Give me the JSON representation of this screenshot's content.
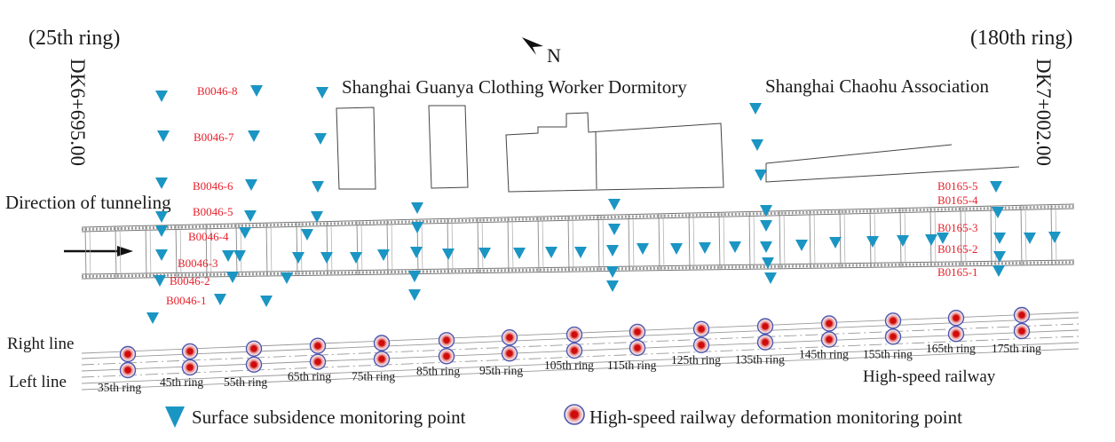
{
  "title_left": "(25th ring)",
  "title_right": "(180th ring)",
  "station_left": "DK6+695.00",
  "station_right": "DK7+002.00",
  "north_label": "N",
  "building_labels": [
    "Shanghai Guanya Clothing Worker Dormitory",
    "Shanghai Chaohu Association"
  ],
  "direction_label": "Direction of tunneling",
  "line_labels": {
    "right": "Right line",
    "left": "Left line"
  },
  "railway_label": "High-speed railway",
  "colors": {
    "surface_point": "#1b95c3",
    "point_label": "#e8202a",
    "rail_ring": "#4b56b0",
    "rail_dot": "#d10a0a",
    "line": "#333333"
  },
  "section_b0046": [
    "B0046-8",
    "B0046-7",
    "B0046-6",
    "B0046-5",
    "B0046-4",
    "B0046-3",
    "B0046-2",
    "B0046-1"
  ],
  "section_b0165": [
    "B0165-5",
    "B0165-4",
    "B0165-3",
    "B0165-2",
    "B0165-1"
  ],
  "ring_labels": [
    "35th ring",
    "45th ring",
    "55th ring",
    "65th ring",
    "75th ring",
    "85th ring",
    "95th ring",
    "105th ring",
    "115th ring",
    "125th ring",
    "135th ring",
    "145th ring",
    "155th ring",
    "165th ring",
    "175th ring"
  ],
  "legend": [
    {
      "icon": "triangle-down-icon",
      "label": "Surface subsidence monitoring point"
    },
    {
      "icon": "ring-dot-icon",
      "label": "High-speed railway deformation monitoring point"
    }
  ]
}
